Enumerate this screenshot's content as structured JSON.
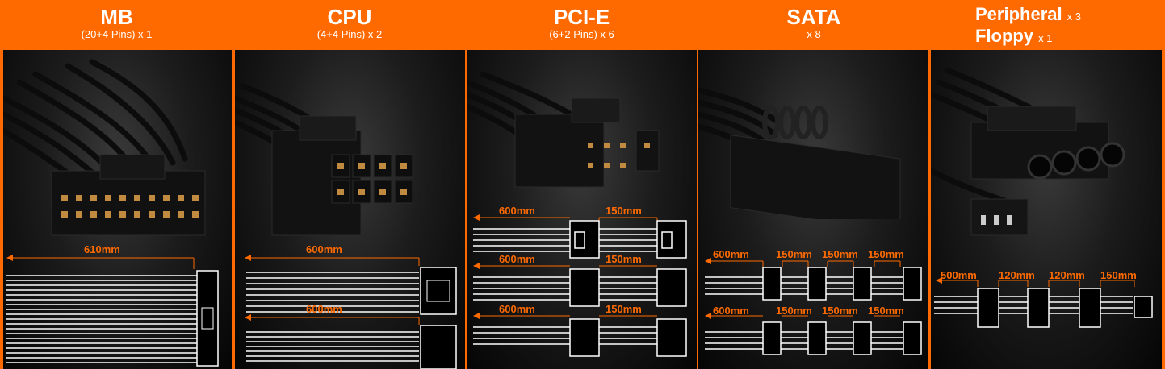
{
  "columns": [
    {
      "title": "MB",
      "subtitle": "(20+4 Pins) x 1",
      "lengths": [
        "610mm"
      ]
    },
    {
      "title": "CPU",
      "subtitle": "(4+4 Pins) x 2",
      "lengths": [
        "600mm",
        "600mm"
      ]
    },
    {
      "title": "PCI-E",
      "subtitle": "(6+2 Pins) x 6",
      "lengths": [
        [
          "600mm",
          "150mm"
        ],
        [
          "600mm",
          "150mm"
        ],
        [
          "600mm",
          "150mm"
        ]
      ]
    },
    {
      "title": "SATA",
      "subtitle": "x 8",
      "lengths": [
        [
          "600mm",
          "150mm",
          "150mm",
          "150mm"
        ],
        [
          "600mm",
          "150mm",
          "150mm",
          "150mm"
        ]
      ]
    },
    {
      "title_line1": "Peripheral",
      "qty1": "x 3",
      "title_line2": "Floppy",
      "qty2": "x 1",
      "lengths": [
        "500mm",
        "120mm",
        "120mm",
        "150mm"
      ]
    }
  ],
  "colors": {
    "accent": "#ff6a00",
    "panel": "#111111",
    "wire": "#ffffff"
  }
}
